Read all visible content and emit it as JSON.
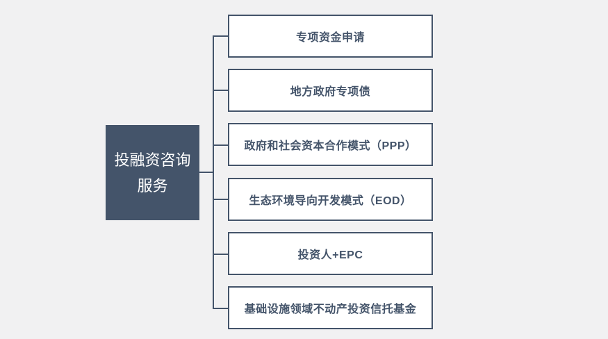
{
  "diagram": {
    "type": "tree-bracket",
    "root": {
      "label": "投融资咨询服务"
    },
    "branches": [
      {
        "label": "专项资金申请"
      },
      {
        "label": "地方政府专项债"
      },
      {
        "label": "政府和社会资本合作模式（PPP）"
      },
      {
        "label": "生态环境导向开发模式（EOD）"
      },
      {
        "label": "投资人+EPC"
      },
      {
        "label": "基础设施领域不动产投资信托基金"
      }
    ],
    "colors": {
      "background": "#f1f1f2",
      "accent": "#44546a",
      "node_fill": "#ffffff",
      "root_fill": "#44546a",
      "root_text": "#ffffff",
      "branch_text": "#44546a"
    }
  }
}
